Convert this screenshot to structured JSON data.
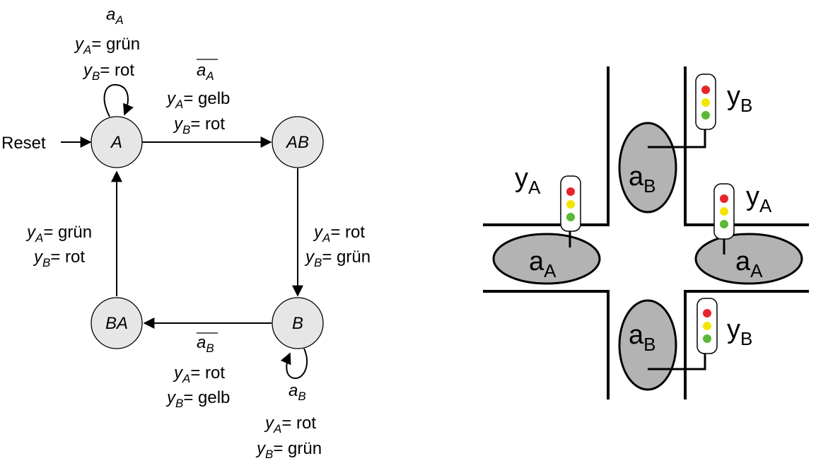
{
  "fsm": {
    "states": [
      {
        "id": "A",
        "label": "A"
      },
      {
        "id": "AB",
        "label": "AB"
      },
      {
        "id": "B",
        "label": "B"
      },
      {
        "id": "BA",
        "label": "BA"
      }
    ],
    "reset_label": "Reset",
    "input_aA": {
      "base": "a",
      "sub": "A"
    },
    "input_aA_not": {
      "base": "a",
      "sub": "A"
    },
    "input_aB": {
      "base": "a",
      "sub": "B"
    },
    "input_aB_not": {
      "base": "a",
      "sub": "B"
    },
    "out_A": {
      "yA": "= grün",
      "yB": "= rot"
    },
    "out_AB": {
      "yA": "= gelb",
      "yB": "= rot"
    },
    "out_B_right": {
      "yA": "= rot",
      "yB": "= grün"
    },
    "out_B_loop": {
      "yA": "= rot",
      "yB": "= grün"
    },
    "out_BA": {
      "yA": "= rot",
      "yB": "= gelb"
    },
    "out_left": {
      "yA": "= grün",
      "yB": "= rot"
    },
    "y_base": "y",
    "sub_A": "A",
    "sub_B": "B"
  },
  "intersection": {
    "sensor_base": "a",
    "sensor_A_sub": "A",
    "sensor_B_sub": "B",
    "light_base": "y",
    "light_A_sub": "A",
    "light_B_sub": "B",
    "colors": {
      "red": "#e8242b",
      "yellow": "#f2e600",
      "green": "#5ab836",
      "sensor_fill": "#b3b3b3",
      "state_fill": "#e6e6e6"
    }
  }
}
